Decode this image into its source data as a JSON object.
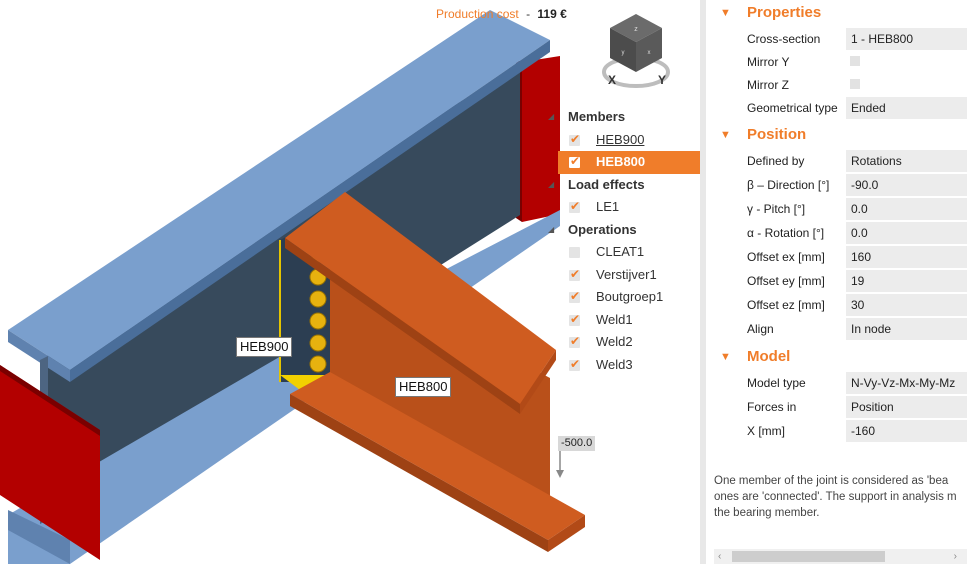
{
  "production_cost": {
    "label": "Production cost",
    "separator": "-",
    "value": "119 €"
  },
  "labels": {
    "member_a": "HEB900",
    "member_b": "HEB800",
    "load_value": "-500.0"
  },
  "tree": {
    "groups": [
      {
        "label": "Members",
        "items": [
          {
            "label": "HEB900",
            "checked": true,
            "underline": true
          },
          {
            "label": "HEB800",
            "checked": true,
            "selected": true
          }
        ]
      },
      {
        "label": "Load effects",
        "items": [
          {
            "label": "LE1",
            "checked": true
          }
        ]
      },
      {
        "label": "Operations",
        "items": [
          {
            "label": "CLEAT1",
            "checked": false
          },
          {
            "label": "Verstijver1",
            "checked": true
          },
          {
            "label": "Boutgroep1",
            "checked": true
          },
          {
            "label": "Weld1",
            "checked": true
          },
          {
            "label": "Weld2",
            "checked": true
          },
          {
            "label": "Weld3",
            "checked": true
          }
        ]
      }
    ]
  },
  "properties": {
    "sections": [
      {
        "title": "Properties",
        "rows": [
          {
            "name": "Cross-section",
            "value": "1 - HEB800"
          },
          {
            "name": "Mirror Y",
            "checkbox": true
          },
          {
            "name": "Mirror Z",
            "checkbox": true
          },
          {
            "name": "Geometrical type",
            "value": "Ended"
          }
        ]
      },
      {
        "title": "Position",
        "rows": [
          {
            "name": "Defined by",
            "value": "Rotations"
          },
          {
            "name": "β – Direction [°]",
            "value": "-90.0"
          },
          {
            "name": "γ - Pitch [°]",
            "value": "0.0"
          },
          {
            "name": "α - Rotation [°]",
            "value": "0.0"
          },
          {
            "name": "Offset ex [mm]",
            "value": "160"
          },
          {
            "name": "Offset ey [mm]",
            "value": "19"
          },
          {
            "name": "Offset ez [mm]",
            "value": "30"
          },
          {
            "name": "Align",
            "value": "In node"
          }
        ]
      },
      {
        "title": "Model",
        "rows": [
          {
            "name": "Model type",
            "value": "N-Vy-Vz-Mx-My-Mz"
          },
          {
            "name": "Forces in",
            "value": "Position"
          },
          {
            "name": "X [mm]",
            "value": "-160"
          }
        ]
      }
    ],
    "info_lines": [
      "One member of the joint is considered as 'bea",
      "ones are 'connected'. The support in analysis m",
      "the bearing member."
    ]
  },
  "colors": {
    "accent": "#f07d2a",
    "beam_blue": "#7b9fcc",
    "beam_orange": "#cc5b1f",
    "support_red": "#b40000"
  }
}
